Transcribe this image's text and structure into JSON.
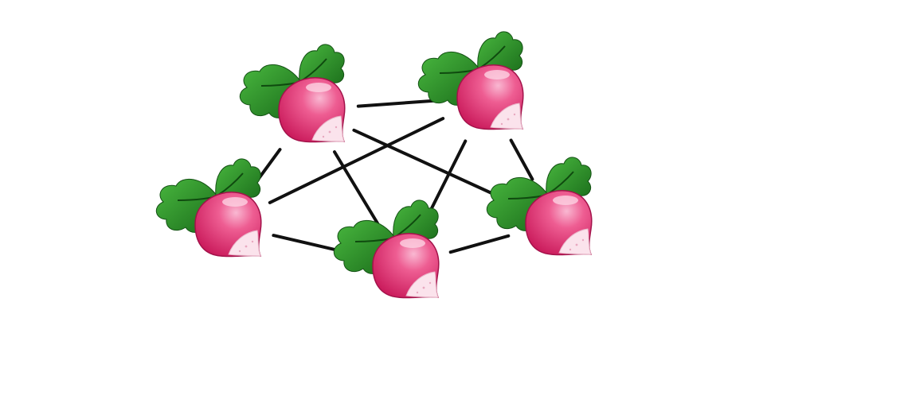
{
  "diagram": {
    "type": "complete-graph",
    "node_icon": "radish-icon",
    "node_count": 5,
    "nodes": [
      {
        "id": "radish-top-left",
        "icon": "radish-icon"
      },
      {
        "id": "radish-top-right",
        "icon": "radish-icon"
      },
      {
        "id": "radish-left",
        "icon": "radish-icon"
      },
      {
        "id": "radish-center-bottom",
        "icon": "radish-icon"
      },
      {
        "id": "radish-right",
        "icon": "radish-icon"
      }
    ],
    "edges": [
      [
        "radish-top-left",
        "radish-top-right"
      ],
      [
        "radish-top-left",
        "radish-left"
      ],
      [
        "radish-top-left",
        "radish-center-bottom"
      ],
      [
        "radish-top-left",
        "radish-right"
      ],
      [
        "radish-top-right",
        "radish-left"
      ],
      [
        "radish-top-right",
        "radish-center-bottom"
      ],
      [
        "radish-top-right",
        "radish-right"
      ],
      [
        "radish-left",
        "radish-center-bottom"
      ],
      [
        "radish-center-bottom",
        "radish-right"
      ]
    ],
    "colors": {
      "background": "#ffffff",
      "edge": "#111111",
      "leaf_dark": "#1f7a1f",
      "leaf_light": "#3aa63a",
      "root_main": "#e0356e",
      "root_light": "#f7a6c6",
      "root_tip": "#fbe3ec"
    }
  }
}
